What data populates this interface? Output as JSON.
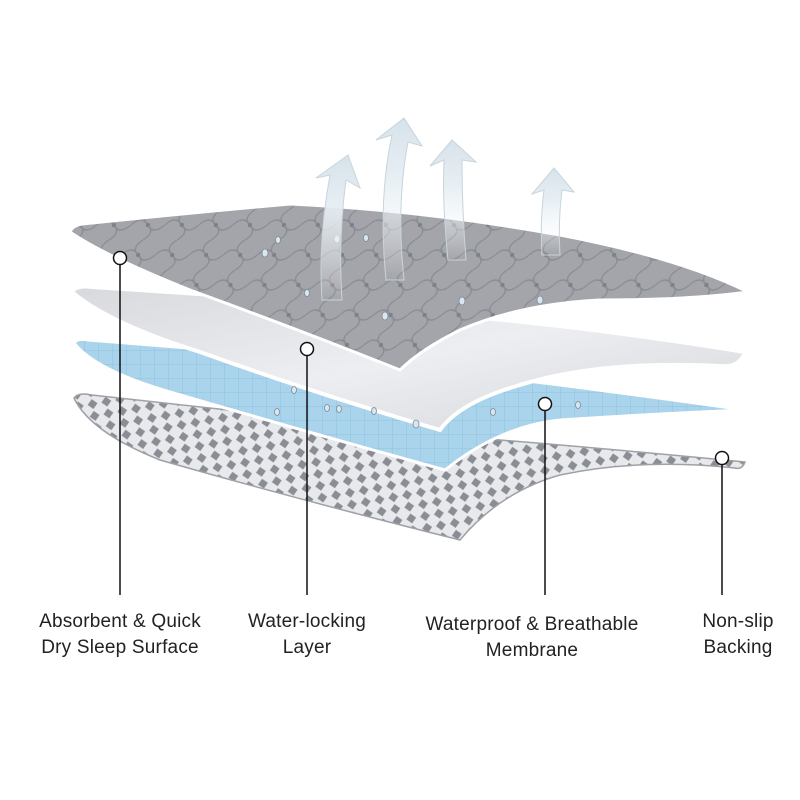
{
  "layers": [
    {
      "name": "sleep-surface",
      "color": "#a3a5ab"
    },
    {
      "name": "water-locking-layer",
      "color": "#e2e4e9"
    },
    {
      "name": "membrane",
      "color": "#a9d4ec"
    },
    {
      "name": "backing",
      "color": "#dfe1e4"
    }
  ],
  "labels": [
    {
      "id": "sleep-surface",
      "lines": [
        "Absorbent & Quick",
        "Dry Sleep Surface"
      ]
    },
    {
      "id": "water-locking",
      "lines": [
        "Water-locking",
        "Layer"
      ]
    },
    {
      "id": "membrane",
      "lines": [
        "Waterproof & Breathable",
        "Membrane"
      ]
    },
    {
      "id": "backing",
      "lines": [
        "Non-slip",
        "Backing"
      ]
    }
  ],
  "icons": [
    "breathable-airflow-arrow-icon",
    "water-droplet-icon",
    "leader-marker-icon"
  ]
}
